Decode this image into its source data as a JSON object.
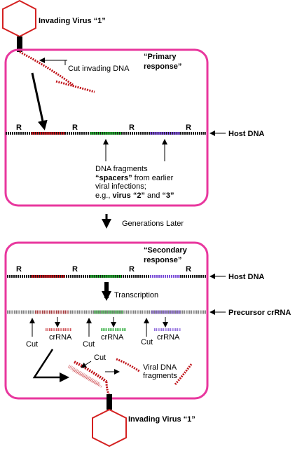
{
  "colors": {
    "box_border": "#e8379e",
    "virus_stroke": "#d42020",
    "viral_dna": "#c0151b",
    "spacer_red": "#c0151b",
    "spacer_green": "#23a82f",
    "spacer_purple": "#7b4fd6",
    "host_dna": "#1a1a1a"
  },
  "top": {
    "virus_label": "Invading Virus “1”",
    "response_title_line1": "“Primary",
    "response_title_line2": "response”",
    "cut_label": "Cut invading DNA",
    "repeat_labels": [
      "R",
      "R",
      "R",
      "R"
    ],
    "host_dna_label": "Host DNA",
    "spacers_note": {
      "line1": "DNA fragments",
      "line2_bold": "“spacers”",
      "line2_rest": " from earlier",
      "line3": "viral infections;",
      "line4_pre": "e.g., ",
      "line4_bold1": "virus “2”",
      "line4_mid": " and ",
      "line4_bold2": "“3”"
    }
  },
  "middle": {
    "generations_label": "Generations Later"
  },
  "bottom": {
    "response_title_line1": "“Secondary",
    "response_title_line2": "response”",
    "repeat_labels": [
      "R",
      "R",
      "R",
      "R"
    ],
    "host_dna_label": "Host DNA",
    "transcription_label": "Transcription",
    "precursor_label": "Precursor crRNA",
    "cut_labels": [
      "Cut",
      "Cut",
      "Cut"
    ],
    "crrna_labels": [
      "crRNA",
      "crRNA",
      "crRNA"
    ],
    "cut_label_2": "Cut",
    "fragments_line1": "Viral DNA",
    "fragments_line2": "fragments",
    "virus_label": "Invading Virus “1”"
  }
}
